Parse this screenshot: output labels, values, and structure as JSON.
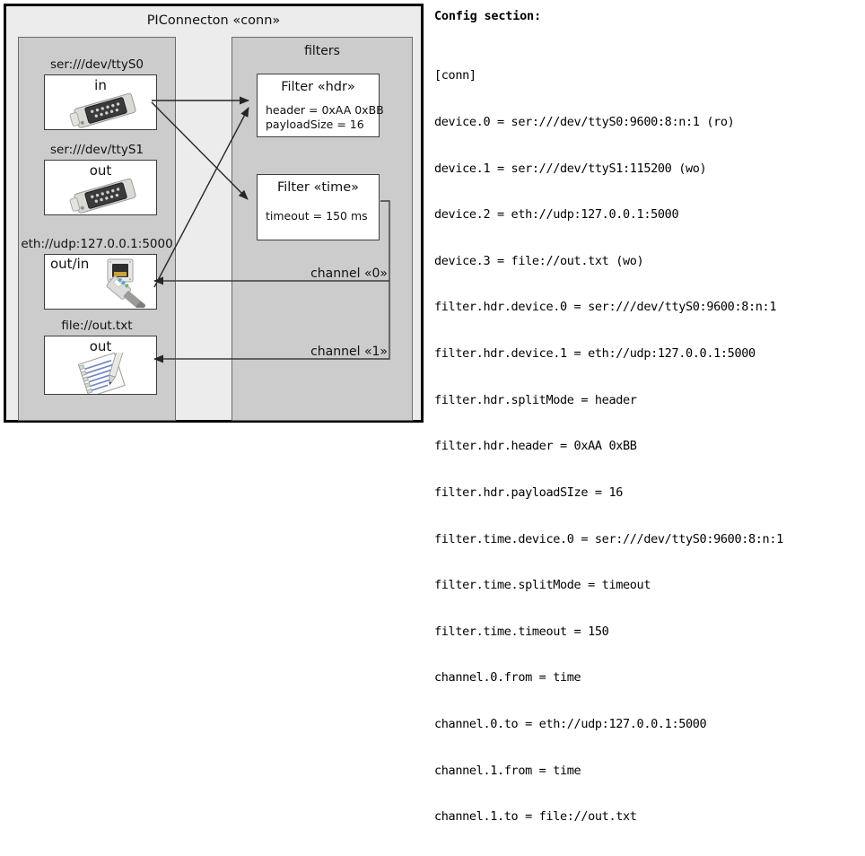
{
  "diagram": {
    "title": "PIConnecton «conn»",
    "devices_panel": {
      "title": "",
      "items": [
        {
          "label": "ser:///dev/ttyS0",
          "direction": "in",
          "icon": "serial-port-icon"
        },
        {
          "label": "ser:///dev/ttyS1",
          "direction": "out",
          "icon": "serial-port-icon"
        },
        {
          "label": "eth://udp:127.0.0.1:5000",
          "direction": "out/in",
          "icon": "network-plug-icon"
        },
        {
          "label": "file://out.txt",
          "direction": "out",
          "icon": "text-file-icon"
        }
      ]
    },
    "filters_panel": {
      "title": "filters",
      "items": [
        {
          "title": "Filter «hdr»",
          "props": [
            "header = 0xAA 0xBB",
            "payloadSize = 16"
          ]
        },
        {
          "title": "Filter «time»",
          "props": [
            "timeout = 150 ms"
          ]
        }
      ]
    },
    "channels": [
      {
        "label": "channel «0»"
      },
      {
        "label": "channel «1»"
      }
    ],
    "colors": {
      "frame": "#000000",
      "canvas": "#ececec",
      "panel": "#cccccc",
      "panel_border": "#6b6b6b",
      "card": "#ffffff",
      "card_border": "#3d3d3d",
      "wire": "#262626"
    }
  },
  "config": {
    "heading": "Config section:",
    "lines": [
      "[conn]",
      "device.0 = ser:///dev/ttyS0:9600:8:n:1 (ro)",
      "device.1 = ser:///dev/ttyS1:115200 (wo)",
      "device.2 = eth://udp:127.0.0.1:5000",
      "device.3 = file://out.txt (wo)",
      "filter.hdr.device.0 = ser:///dev/ttyS0:9600:8:n:1",
      "filter.hdr.device.1 = eth://udp:127.0.0.1:5000",
      "filter.hdr.splitMode = header",
      "filter.hdr.header = 0xAA 0xBB",
      "filter.hdr.payloadSIze = 16",
      "filter.time.device.0 = ser:///dev/ttyS0:9600:8:n:1",
      "filter.time.splitMode = timeout",
      "filter.time.timeout = 150",
      "channel.0.from = time",
      "channel.0.to = eth://udp:127.0.0.1:5000",
      "channel.1.from = time",
      "channel.1.to = file://out.txt"
    ]
  }
}
